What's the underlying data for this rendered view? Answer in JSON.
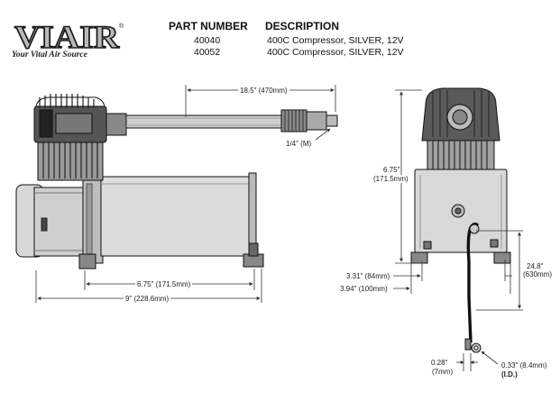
{
  "logo": {
    "wordmark": "VIAIR",
    "registered": "®",
    "tagline": "Your Vital Air Source"
  },
  "parts_table": {
    "headers": {
      "part_number": "PART NUMBER",
      "description": "DESCRIPTION"
    },
    "rows": [
      {
        "part_number": "40040",
        "description": "400C Compressor, SILVER, 12V"
      },
      {
        "part_number": "40052",
        "description": "400C Compressor, SILVER, 12V"
      }
    ]
  },
  "dimensions": {
    "hose_length": "18.5\" (470mm)",
    "fitting": "1/4\" (M)",
    "mount_spacing": "6.75\" (171.5mm)",
    "overall_length": "9\" (228.6mm)",
    "height_in": "6.75\"",
    "height_mm": "(171.5mm)",
    "base_inner": "3.31\" (84mm)",
    "base_outer": "3.94\" (100mm)",
    "lead_length_in": "24.8\"",
    "lead_length_mm": "(630mm)",
    "terminal_small_in": "0.28\"",
    "terminal_small_mm": "(7mm)",
    "terminal_ring_in": "0.33\" (8.4mm)",
    "terminal_ring_id": "(I.D.)"
  },
  "colors": {
    "logo_fill": "#b9b9b9",
    "logo_stroke": "#1a1a1a",
    "line": "#111111",
    "dim_line": "#333333"
  }
}
